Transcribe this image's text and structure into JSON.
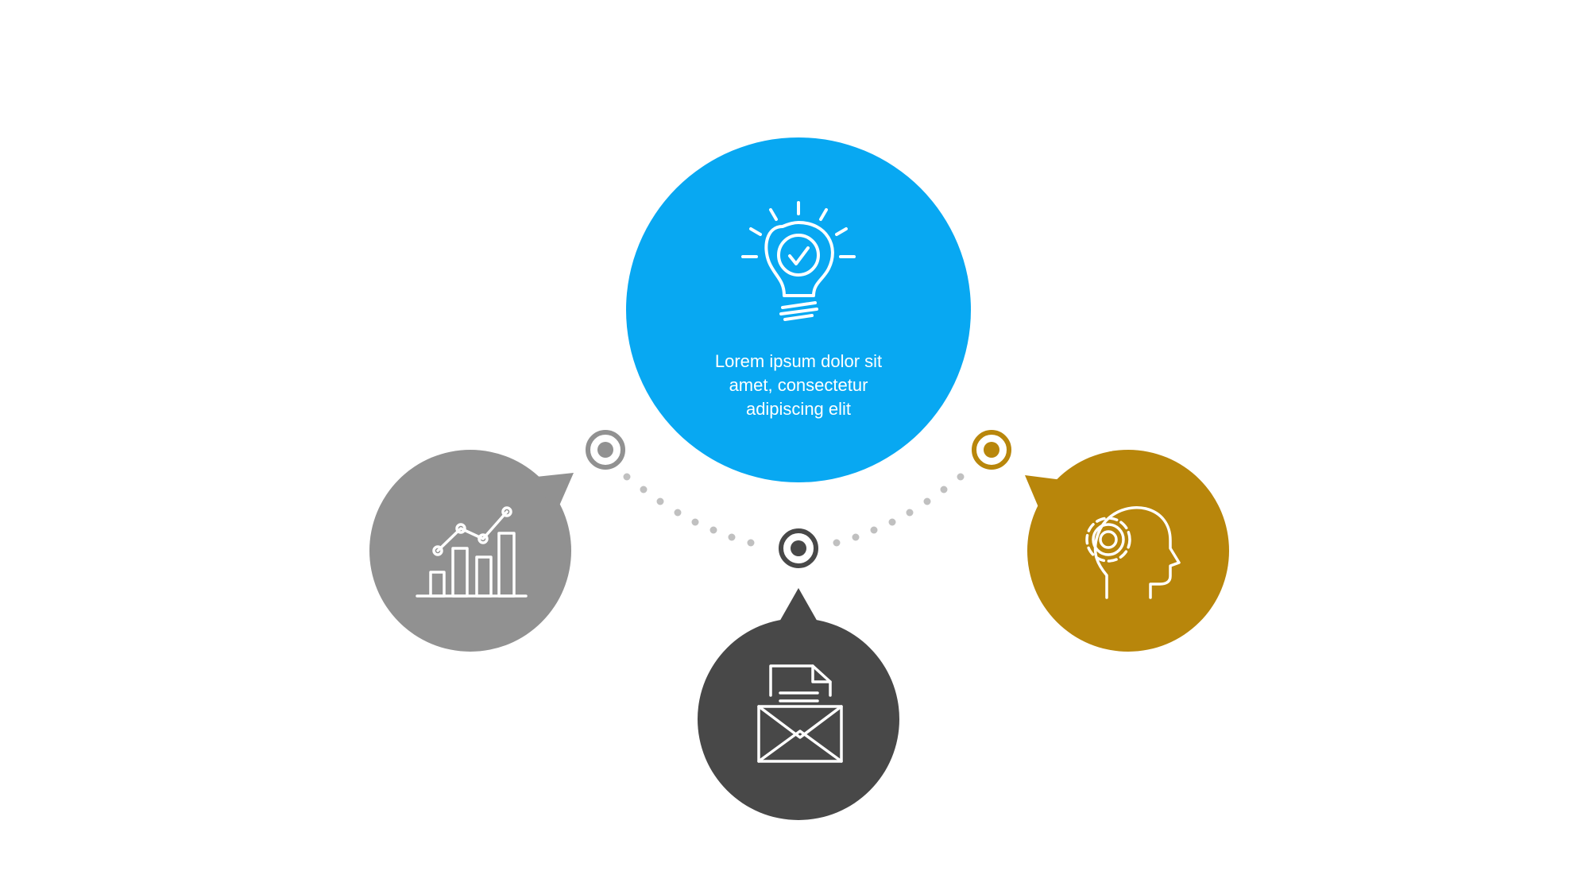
{
  "center": {
    "text": "Lorem ipsum dolor sit\namet, consectetur\nadipiscing elit",
    "icon": "lightbulb-check-icon",
    "color": "#08a8f2"
  },
  "nodes": [
    {
      "id": "left",
      "icon": "bar-chart-growth-icon",
      "color": "#919191"
    },
    {
      "id": "bottom",
      "icon": "envelope-document-icon",
      "color": "#484848"
    },
    {
      "id": "right",
      "icon": "head-gear-icon",
      "color": "#b8860b"
    }
  ],
  "connector": {
    "color": "#c0c0c0"
  }
}
